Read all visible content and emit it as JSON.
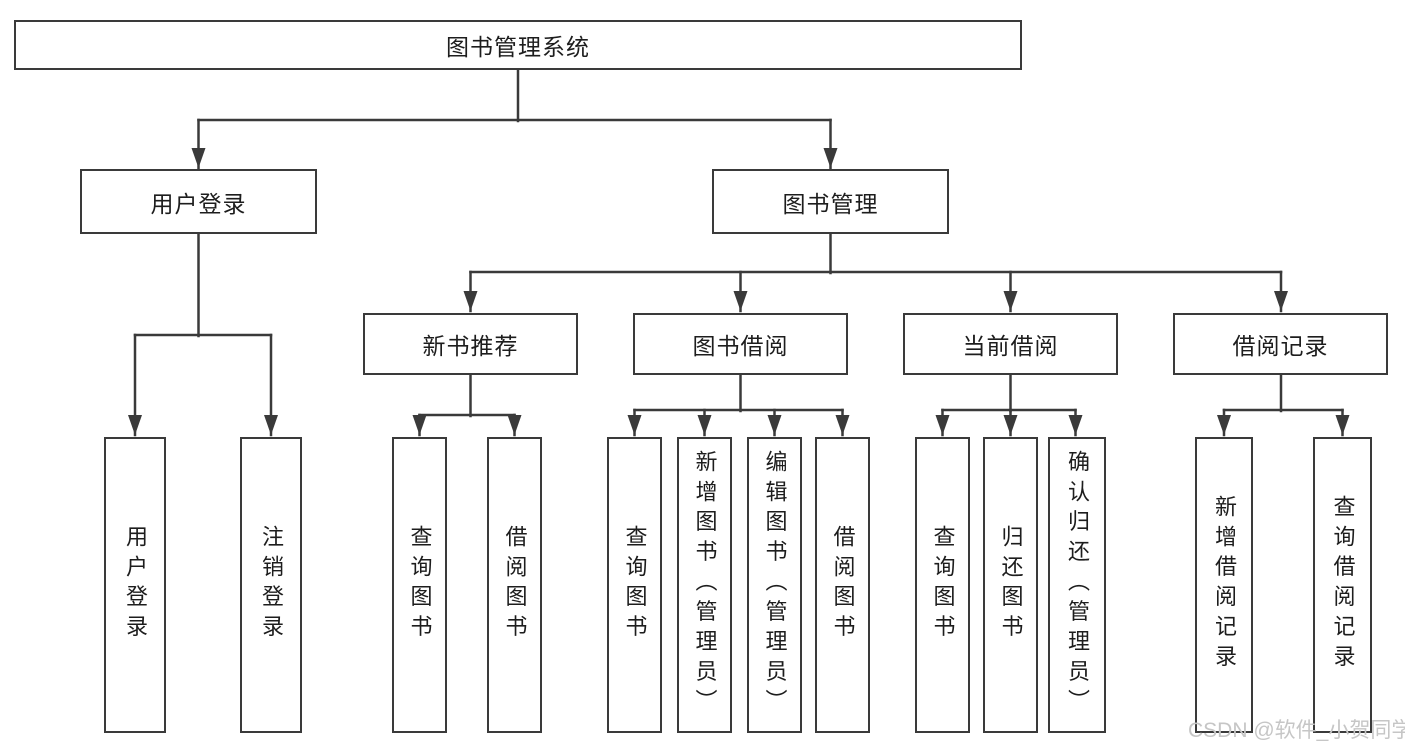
{
  "diagram": {
    "root": {
      "label": "图书管理系统"
    },
    "level1": [
      {
        "label": "用户登录",
        "children": [
          {
            "label": "用户登录"
          },
          {
            "label": "注销登录"
          }
        ]
      },
      {
        "label": "图书管理",
        "children": [
          {
            "label": "新书推荐",
            "children": [
              {
                "label": "查询图书"
              },
              {
                "label": "借阅图书"
              }
            ]
          },
          {
            "label": "图书借阅",
            "children": [
              {
                "label": "查询图书"
              },
              {
                "label": "新增图书（管理员）"
              },
              {
                "label": "编辑图书（管理员）"
              },
              {
                "label": "借阅图书"
              }
            ]
          },
          {
            "label": "当前借阅",
            "children": [
              {
                "label": "查询图书"
              },
              {
                "label": "归还图书"
              },
              {
                "label": "确认归还（管理员）"
              }
            ]
          },
          {
            "label": "借阅记录",
            "children": [
              {
                "label": "新增借阅记录"
              },
              {
                "label": "查询借阅记录"
              }
            ]
          }
        ]
      }
    ]
  },
  "watermark": {
    "text": "CSDN @软件_小贺同学"
  },
  "colors": {
    "line": "#3a3a3a",
    "text": "#1d1d1d",
    "box_background": "#ffffff",
    "watermark": "#c6c6c6",
    "page_background": "#ffffff"
  }
}
